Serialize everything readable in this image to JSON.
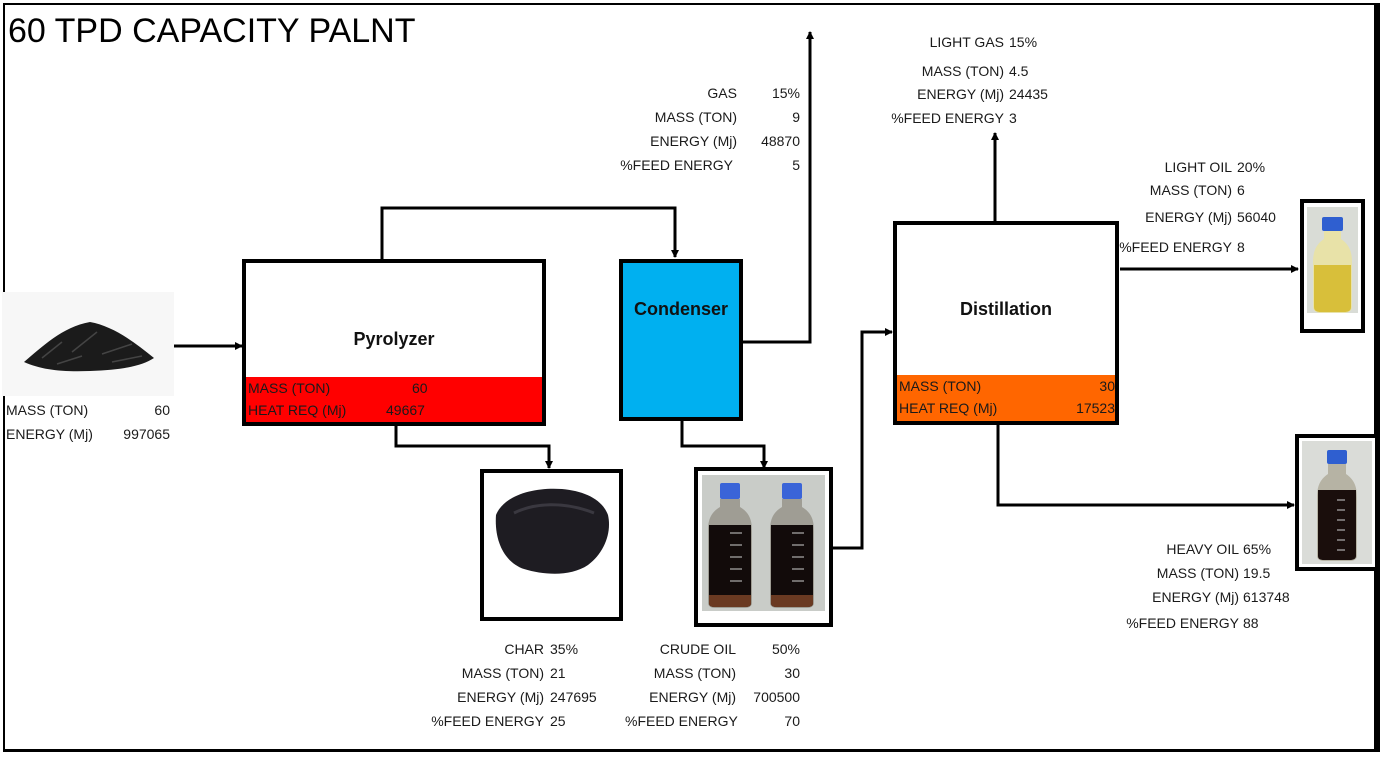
{
  "title": "60 TPD CAPACITY PALNT",
  "colors": {
    "pyrolyzer_band": "#ff0000",
    "condenser_fill": "#00b0f0",
    "distillation_band": "#ff6600",
    "lines": "#000000"
  },
  "feed": {
    "image": "tire-shreds-pile",
    "rows": [
      {
        "label": "MASS (TON)",
        "value": "60"
      },
      {
        "label": "ENERGY (Mj)",
        "value": "997065"
      }
    ]
  },
  "pyrolyzer": {
    "name": "Pyrolyzer",
    "rows": [
      {
        "label": "MASS (TON)",
        "value": "60"
      },
      {
        "label": "HEAT REQ (Mj)",
        "value": "49667"
      }
    ]
  },
  "condenser": {
    "name": "Condenser"
  },
  "distillation": {
    "name": "Distillation",
    "rows": [
      {
        "label": "MASS (TON)",
        "value": "30"
      },
      {
        "label": "HEAT REQ (Mj)",
        "value": "17523"
      }
    ]
  },
  "gas": {
    "rows": [
      {
        "label": "GAS",
        "value": "15%"
      },
      {
        "label": "MASS (TON)",
        "value": "9"
      },
      {
        "label": "ENERGY (Mj)",
        "value": "48870"
      },
      {
        "label": "%FEED ENERGY",
        "value": "5"
      }
    ]
  },
  "light_gas": {
    "rows": [
      {
        "label": "LIGHT GAS",
        "value": "15%"
      },
      {
        "label": "MASS (TON)",
        "value": "4.5"
      },
      {
        "label": "ENERGY (Mj)",
        "value": "24435"
      },
      {
        "label": "%FEED ENERGY",
        "value": "3"
      }
    ]
  },
  "light_oil": {
    "image": "light-oil-bottle",
    "rows": [
      {
        "label": "LIGHT OIL",
        "value": "20%"
      },
      {
        "label": "MASS (TON)",
        "value": "6"
      },
      {
        "label": "ENERGY (Mj)",
        "value": "56040"
      },
      {
        "label": "%FEED ENERGY",
        "value": "8"
      }
    ]
  },
  "heavy_oil": {
    "image": "heavy-oil-bottle",
    "rows": [
      {
        "label": "HEAVY OIL",
        "value": "65%"
      },
      {
        "label": "MASS (TON)",
        "value": "19.5"
      },
      {
        "label": "ENERGY (Mj)",
        "value": "613748"
      },
      {
        "label": "%FEED ENERGY",
        "value": "88"
      }
    ]
  },
  "char": {
    "image": "char-powder-pile",
    "rows": [
      {
        "label": "CHAR",
        "value": "35%"
      },
      {
        "label": "MASS (TON)",
        "value": "21"
      },
      {
        "label": "ENERGY (Mj)",
        "value": "247695"
      },
      {
        "label": "%FEED ENERGY",
        "value": "25"
      }
    ]
  },
  "crude_oil": {
    "image": "crude-oil-bottles",
    "rows": [
      {
        "label": "CRUDE OIL",
        "value": "50%"
      },
      {
        "label": "MASS (TON)",
        "value": "30"
      },
      {
        "label": "ENERGY (Mj)",
        "value": "700500"
      },
      {
        "label": "%FEED ENERGY",
        "value": "70"
      }
    ]
  }
}
